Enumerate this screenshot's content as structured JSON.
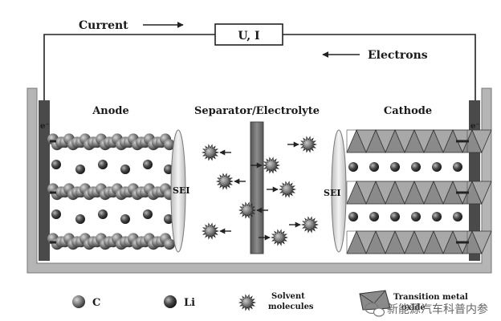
{
  "labels": {
    "current": "Current",
    "meter": "U, I",
    "electrons": "Electrons",
    "anode": "Anode",
    "separator": "Separator/Electrolyte",
    "cathode": "Cathode",
    "sei_left": "SEI",
    "sei_right": "SEI",
    "electron_symbol": "e⁻"
  },
  "legend": {
    "c_label": "C",
    "li_label": "Li",
    "solvent_line1": "Solvent",
    "solvent_line2": "molecules",
    "tm_line1": "Transition metal",
    "tm_line2": "oxide"
  },
  "watermark": "新能源汽车科普内参",
  "icons": {
    "arrow_current": "right-arrow-icon",
    "arrow_electrons": "left-arrow-icon",
    "wechat": "wechat-icon"
  },
  "colors": {
    "carbon": "#6f6f6f",
    "lithium": "#3f3f3f",
    "solvent": "#555555",
    "oxide": "#8a8a8a",
    "collector": "#4a4a4a",
    "separator": "#7a7a7a",
    "sei": "#e9e9e9",
    "container": "#b5b5b5"
  }
}
